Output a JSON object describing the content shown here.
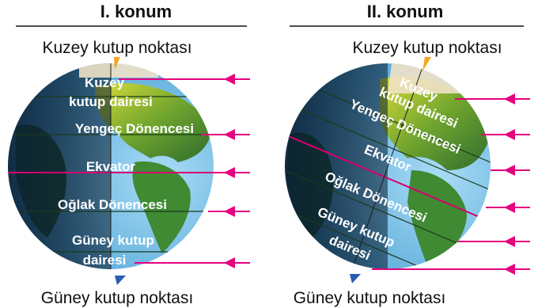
{
  "panels": [
    {
      "title": "I. konum",
      "north_pole_label": "Kuzey kutup noktası",
      "south_pole_label": "Güney kutup noktası",
      "arrow_count": 5,
      "labels": {
        "arctic_line1": "Kuzey",
        "arctic_line2": "kutup dairesi",
        "cancer": "Yengeç Dönencesi",
        "equator": "Ekvator",
        "capricorn": "Oğlak Dönencesi",
        "antarctic_line1": "Güney kutup",
        "antarctic_line2": "dairesi"
      }
    },
    {
      "title": "II. konum",
      "north_pole_label": "Kuzey kutup noktası",
      "south_pole_label": "Güney kutup noktası",
      "arrow_count": 6,
      "labels": {
        "arctic_line1": "Kuzey",
        "arctic_line2": "kutup dairesi",
        "cancer": "Yengeç Dönencesi",
        "equator": "Ekvator",
        "capricorn": "Oğlak Dönencesi",
        "antarctic_line1": "Güney kutup",
        "antarctic_line2": "dairesi"
      }
    }
  ],
  "colors": {
    "sun_ray": "#e6007e",
    "north_marker": "#f5a623",
    "south_marker": "#2a5db0",
    "ocean_lit": "#7cc8ef",
    "ocean_dark": "#123a5c",
    "land": "#2e6b2e",
    "land_lit": "#cfd93a"
  }
}
